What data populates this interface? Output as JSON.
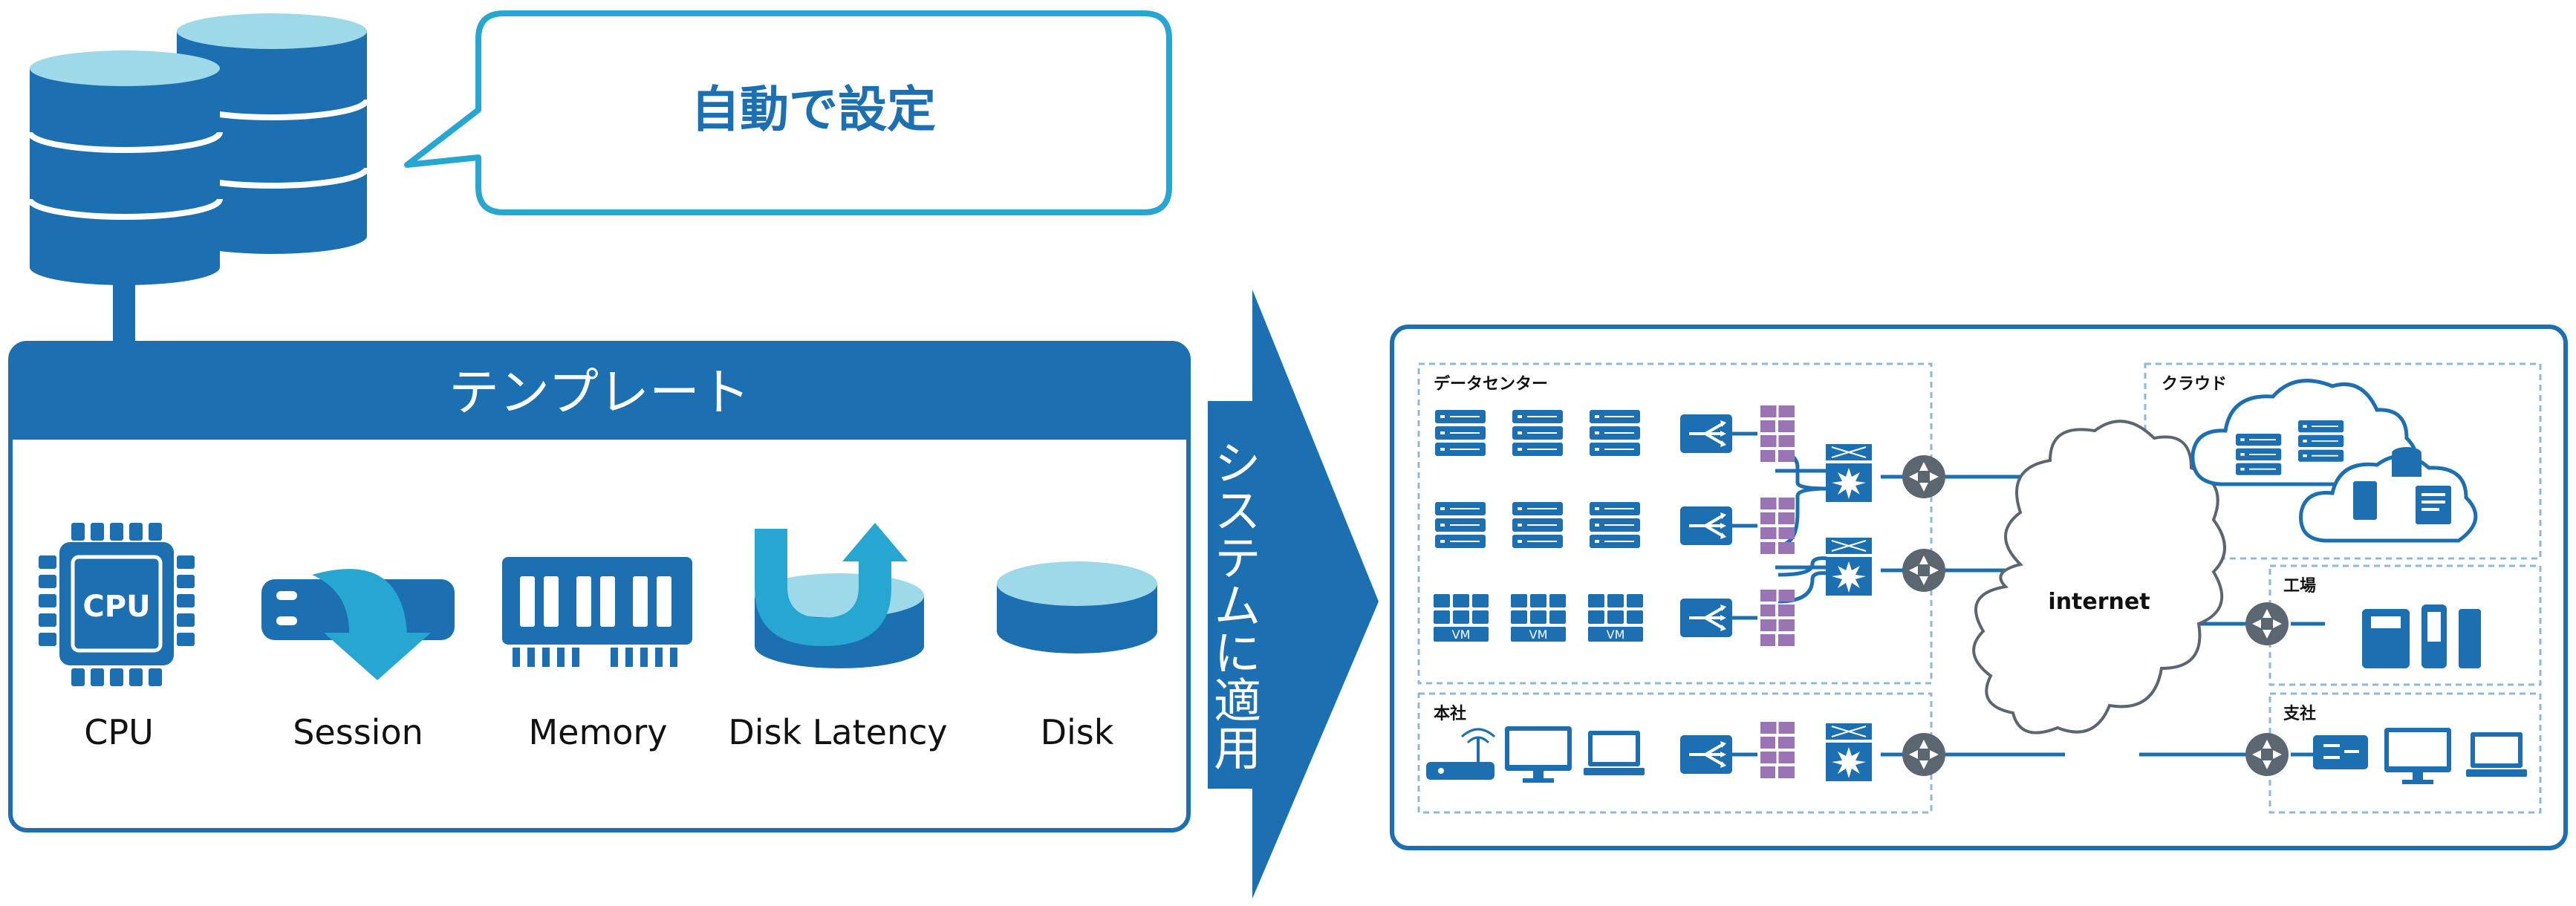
{
  "callout": {
    "text": "自動で設定"
  },
  "template": {
    "title": "テンプレート",
    "items": [
      {
        "label": "CPU",
        "chip_text": "CPU",
        "icon": "cpu-icon"
      },
      {
        "label": "Session",
        "icon": "session-icon"
      },
      {
        "label": "Memory",
        "icon": "memory-icon"
      },
      {
        "label": "Disk Latency",
        "icon": "disk-latency-icon"
      },
      {
        "label": "Disk",
        "icon": "disk-icon"
      }
    ]
  },
  "apply_arrow": {
    "text": "システムに適用"
  },
  "network": {
    "datacenter": {
      "label": "データセンター",
      "vm_label": "VM"
    },
    "honsha": {
      "label": "本社"
    },
    "cloud": {
      "label": "クラウド"
    },
    "factory": {
      "label": "工場"
    },
    "branch": {
      "label": "支社"
    },
    "internet": {
      "label": "internet"
    }
  },
  "colors": {
    "primary": "#1c6fb0",
    "light": "#9ed9ea",
    "cyan": "#27a6d1",
    "purple": "#9a74b4",
    "router": "#5c6670",
    "line": "#1c6fb0",
    "dash": "#8fb8d8"
  }
}
